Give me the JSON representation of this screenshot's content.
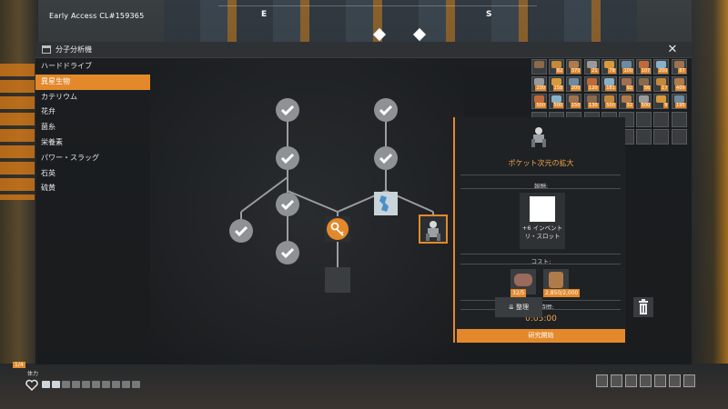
{
  "hud": {
    "build_label": "Early Access CL#159365",
    "compass": [
      "E",
      "S"
    ],
    "stamina_label": "体力",
    "stack_count": "1/4"
  },
  "window": {
    "title": "分子分析機",
    "close_label": "✕"
  },
  "sidebar": {
    "items": [
      {
        "label": "ハードドライブ",
        "active": false
      },
      {
        "label": "異星生物",
        "active": true
      },
      {
        "label": "カテリウム",
        "active": false
      },
      {
        "label": "花弁",
        "active": false
      },
      {
        "label": "菌糸",
        "active": false
      },
      {
        "label": "栄養素",
        "active": false
      },
      {
        "label": "パワー・スラッグ",
        "active": false
      },
      {
        "label": "石英",
        "active": false
      },
      {
        "label": "硫黄",
        "active": false
      }
    ]
  },
  "inventory": {
    "rows": [
      [
        "",
        "82",
        "370",
        "21",
        "78",
        "100",
        "107",
        "200",
        "87"
      ],
      [
        "200",
        "158",
        "200",
        "120",
        "181",
        "92",
        "56",
        "17",
        "409"
      ],
      [
        "500",
        "500",
        "150",
        "130",
        "500",
        "32",
        "500",
        "9",
        "195"
      ],
      [
        "",
        "",
        "",
        "",
        "",
        "",
        "",
        "",
        ""
      ],
      [
        "",
        "",
        "",
        "",
        "",
        "",
        "",
        "",
        ""
      ]
    ]
  },
  "detail": {
    "title": "ポケット次元の拡大",
    "reward_label": "報酬:",
    "reward_text": "+6 インベントリ・スロット",
    "cost_label": "コスト:",
    "costs": [
      {
        "amount": "32/5",
        "color": "#9c6a5c"
      },
      {
        "amount": "2,850/2,000",
        "color": "#b07b4a"
      }
    ],
    "time_label": "研究時間:",
    "time_value": "0:05:00",
    "research_button": "研究開始"
  },
  "actions": {
    "sort_label": "整理"
  },
  "colors": {
    "accent": "#e3892b",
    "panel": "#1f2224",
    "node_done": "#8e9294"
  }
}
